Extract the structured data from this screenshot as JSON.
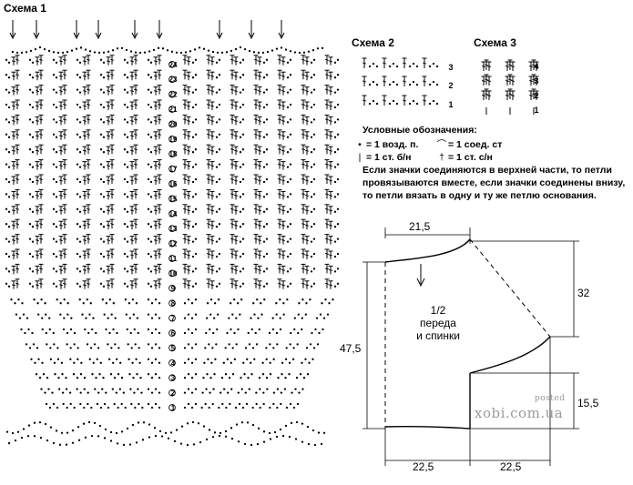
{
  "scheme1": {
    "title": "Схема 1",
    "row_numbers": [
      "1",
      "2",
      "3",
      "4",
      "5",
      "6",
      "7",
      "8",
      "9",
      "10",
      "11",
      "12",
      "13",
      "14",
      "15",
      "16",
      "17",
      "18",
      "19",
      "20",
      "21",
      "22",
      "23",
      "24"
    ]
  },
  "scheme2": {
    "title": "Схема 2",
    "row_labels": [
      "3",
      "2",
      "1"
    ]
  },
  "scheme3": {
    "title": "Схема 3",
    "row_labels": [
      "4",
      "3",
      "2",
      "1"
    ]
  },
  "legend": {
    "heading": "Условные обозначения:",
    "chain": "= 1 возд. п.",
    "slip": "= 1 соед. ст",
    "sc": "= 1 ст. б/н",
    "dc": "= 1 ст. с/н",
    "notes": "Если значки соединяются в верхней части, то петли провязываются вместе, если значки соединены внизу, то петли вязать в одну и ту же петлю основания."
  },
  "pattern": {
    "top_width": "21,5",
    "total_height": "47,5",
    "upper_height": "32",
    "lower_height": "15,5",
    "bottom_left": "22,5",
    "bottom_right": "22,5",
    "label": "1/2\nпереда\nи спинки"
  },
  "watermark": {
    "posted": "posted",
    "site": "xobi.com.ua"
  }
}
